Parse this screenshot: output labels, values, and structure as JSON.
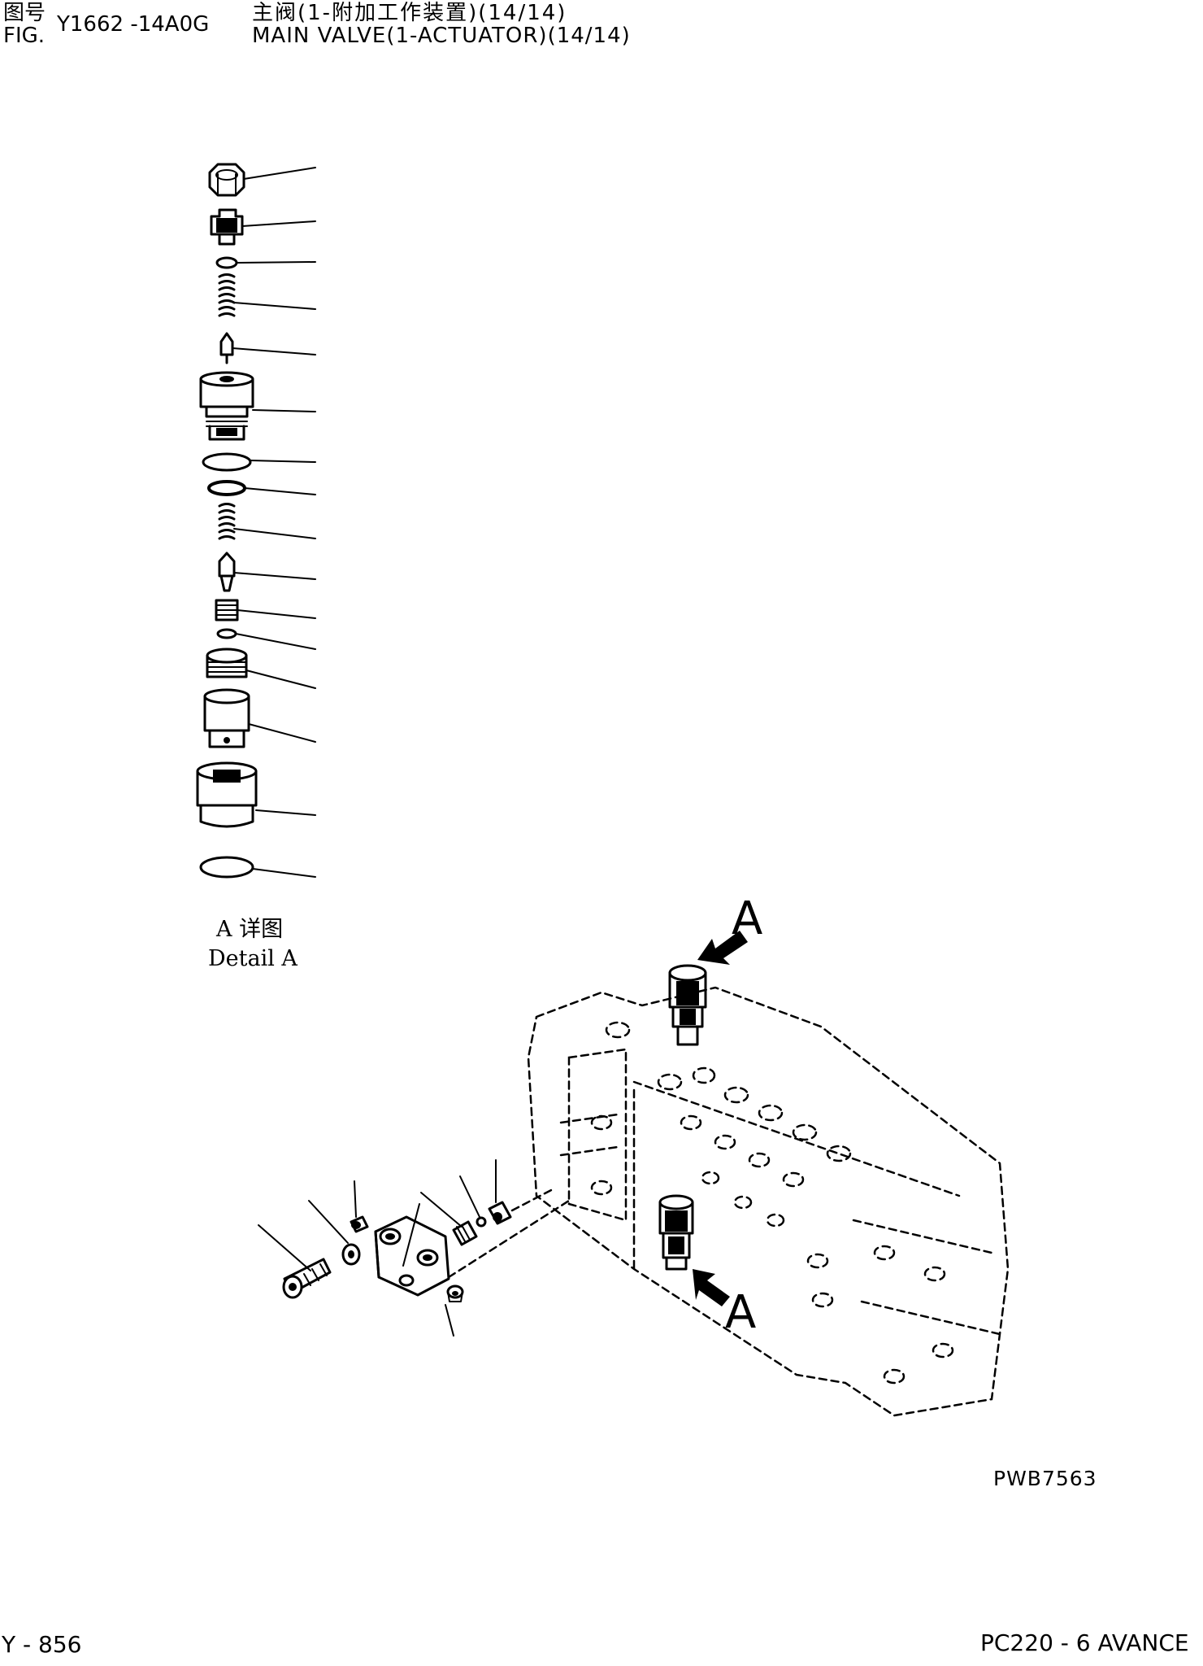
{
  "header": {
    "cn_fig_prefix": "图号",
    "fig_prefix": "FIG.",
    "fig_number": "Y1662 -14A0G",
    "cn_title": "主阀(1-附加工作装置)(14/14)",
    "title": "MAIN VALVE(1-ACTUATOR)(14/14)"
  },
  "detail": {
    "cn_label": "A 详图",
    "label": "Detail A"
  },
  "callouts": {
    "arrow_top": "A",
    "arrow_bottom": "A"
  },
  "drawing_code": "PWB7563",
  "footer": {
    "page": "Y - 856",
    "model": "PC220 - 6 AVANCE"
  }
}
